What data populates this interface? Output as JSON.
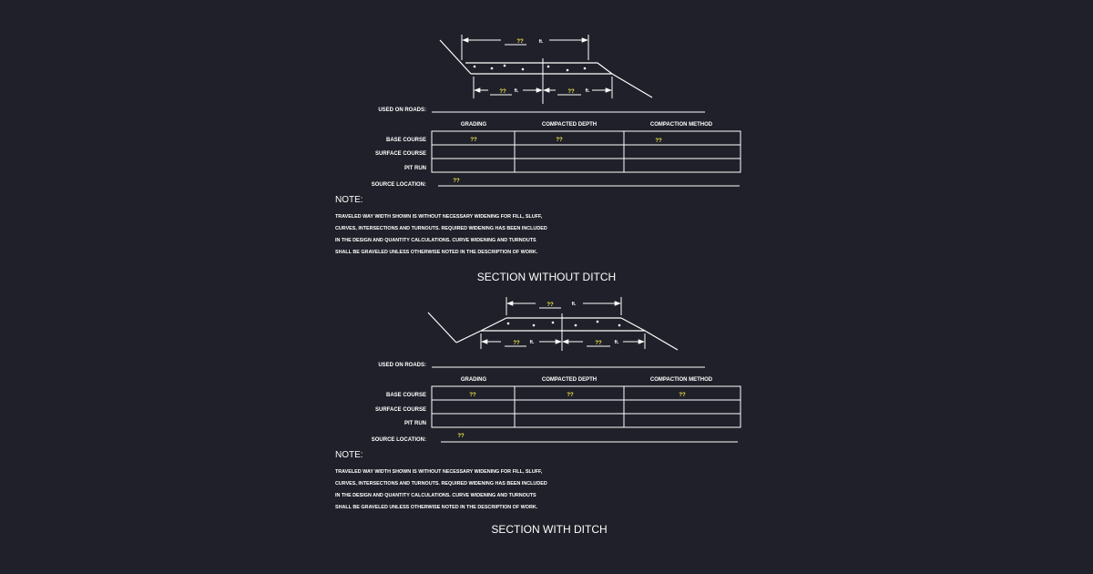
{
  "colors": {
    "background": "#1f2029",
    "line": "#ffffff",
    "value": "#f5e84a"
  },
  "sections": [
    {
      "title": "SECTION WITHOUT DITCH",
      "top_dim": {
        "value": "??",
        "unit": "ft."
      },
      "left_dim": {
        "value": "??",
        "unit": "ft."
      },
      "right_dim": {
        "value": "??",
        "unit": "ft."
      },
      "used_on_roads_label": "USED ON ROADS:",
      "headers": [
        "GRADING",
        "COMPACTED DEPTH",
        "COMPACTION METHOD"
      ],
      "rows": [
        {
          "label": "BASE COURSE",
          "cells": [
            "??",
            "??",
            "??"
          ]
        },
        {
          "label": "SURFACE COURSE",
          "cells": [
            "",
            "",
            ""
          ]
        },
        {
          "label": "PIT RUN",
          "cells": [
            "",
            "",
            ""
          ]
        }
      ],
      "source_location_label": "SOURCE LOCATION:",
      "source_location_value": "??",
      "note_title": "NOTE:",
      "note_lines": [
        "TRAVELED WAY WIDTH SHOWN IS WITHOUT NECESSARY WIDENING FOR FILL, SLUFF,",
        "CURVES, INTERSECTIONS AND TURNOUTS.  REQUIRED WIDENING HAS BEEN INCLUDED",
        "IN THE DESIGN AND QUANTITY CALCULATIONS.  CURVE WIDENING AND TURNOUTS",
        "SHALL BE GRAVELED UNLESS OTHERWISE NOTED IN THE DESCRIPTION OF WORK."
      ]
    },
    {
      "title": "SECTION WITH DITCH",
      "top_dim": {
        "value": "??",
        "unit": "ft."
      },
      "left_dim": {
        "value": "??",
        "unit": "ft."
      },
      "right_dim": {
        "value": "??",
        "unit": "ft."
      },
      "used_on_roads_label": "USED ON ROADS:",
      "headers": [
        "GRADING",
        "COMPACTED DEPTH",
        "COMPACTION METHOD"
      ],
      "rows": [
        {
          "label": "BASE COURSE",
          "cells": [
            "??",
            "??",
            "??"
          ]
        },
        {
          "label": "SURFACE COURSE",
          "cells": [
            "",
            "",
            ""
          ]
        },
        {
          "label": "PIT RUN",
          "cells": [
            "",
            "",
            ""
          ]
        }
      ],
      "source_location_label": "SOURCE LOCATION:",
      "source_location_value": "??",
      "note_title": "NOTE:",
      "note_lines": [
        "TRAVELED WAY WIDTH SHOWN IS WITHOUT NECESSARY WIDENING FOR FILL, SLUFF,",
        "CURVES, INTERSECTIONS AND TURNOUTS.  REQUIRED WIDENING HAS BEEN INCLUDED",
        "IN THE DESIGN AND QUANTITY CALCULATIONS.  CURVE WIDENING AND TURNOUTS",
        "SHALL BE GRAVELED UNLESS OTHERWISE NOTED IN THE DESCRIPTION OF WORK."
      ]
    }
  ]
}
